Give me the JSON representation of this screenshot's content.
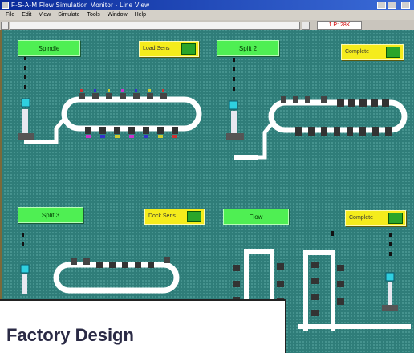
{
  "window": {
    "title": "F-S-A-M Flow Simulation Monitor - Line View",
    "toolbar_value": "1 P: 28K"
  },
  "menu": [
    "File",
    "Edit",
    "View",
    "Simulate",
    "Tools",
    "Window",
    "Help"
  ],
  "lines": [
    {
      "title": "Spindle",
      "status": "Load Sens"
    },
    {
      "title": "Split 2",
      "status": "Complete"
    },
    {
      "title": "Split 3",
      "status": "Dock Sens"
    },
    {
      "title": "Flow",
      "status": "Complete"
    }
  ],
  "colors": {
    "background": "#2f7d79",
    "line_title": "#4fef53",
    "status_panel": "#f5ec1c",
    "status_lamp": "#2aa52a",
    "conveyor": "#ffffff"
  },
  "banner": {
    "text": "Factory Design"
  }
}
